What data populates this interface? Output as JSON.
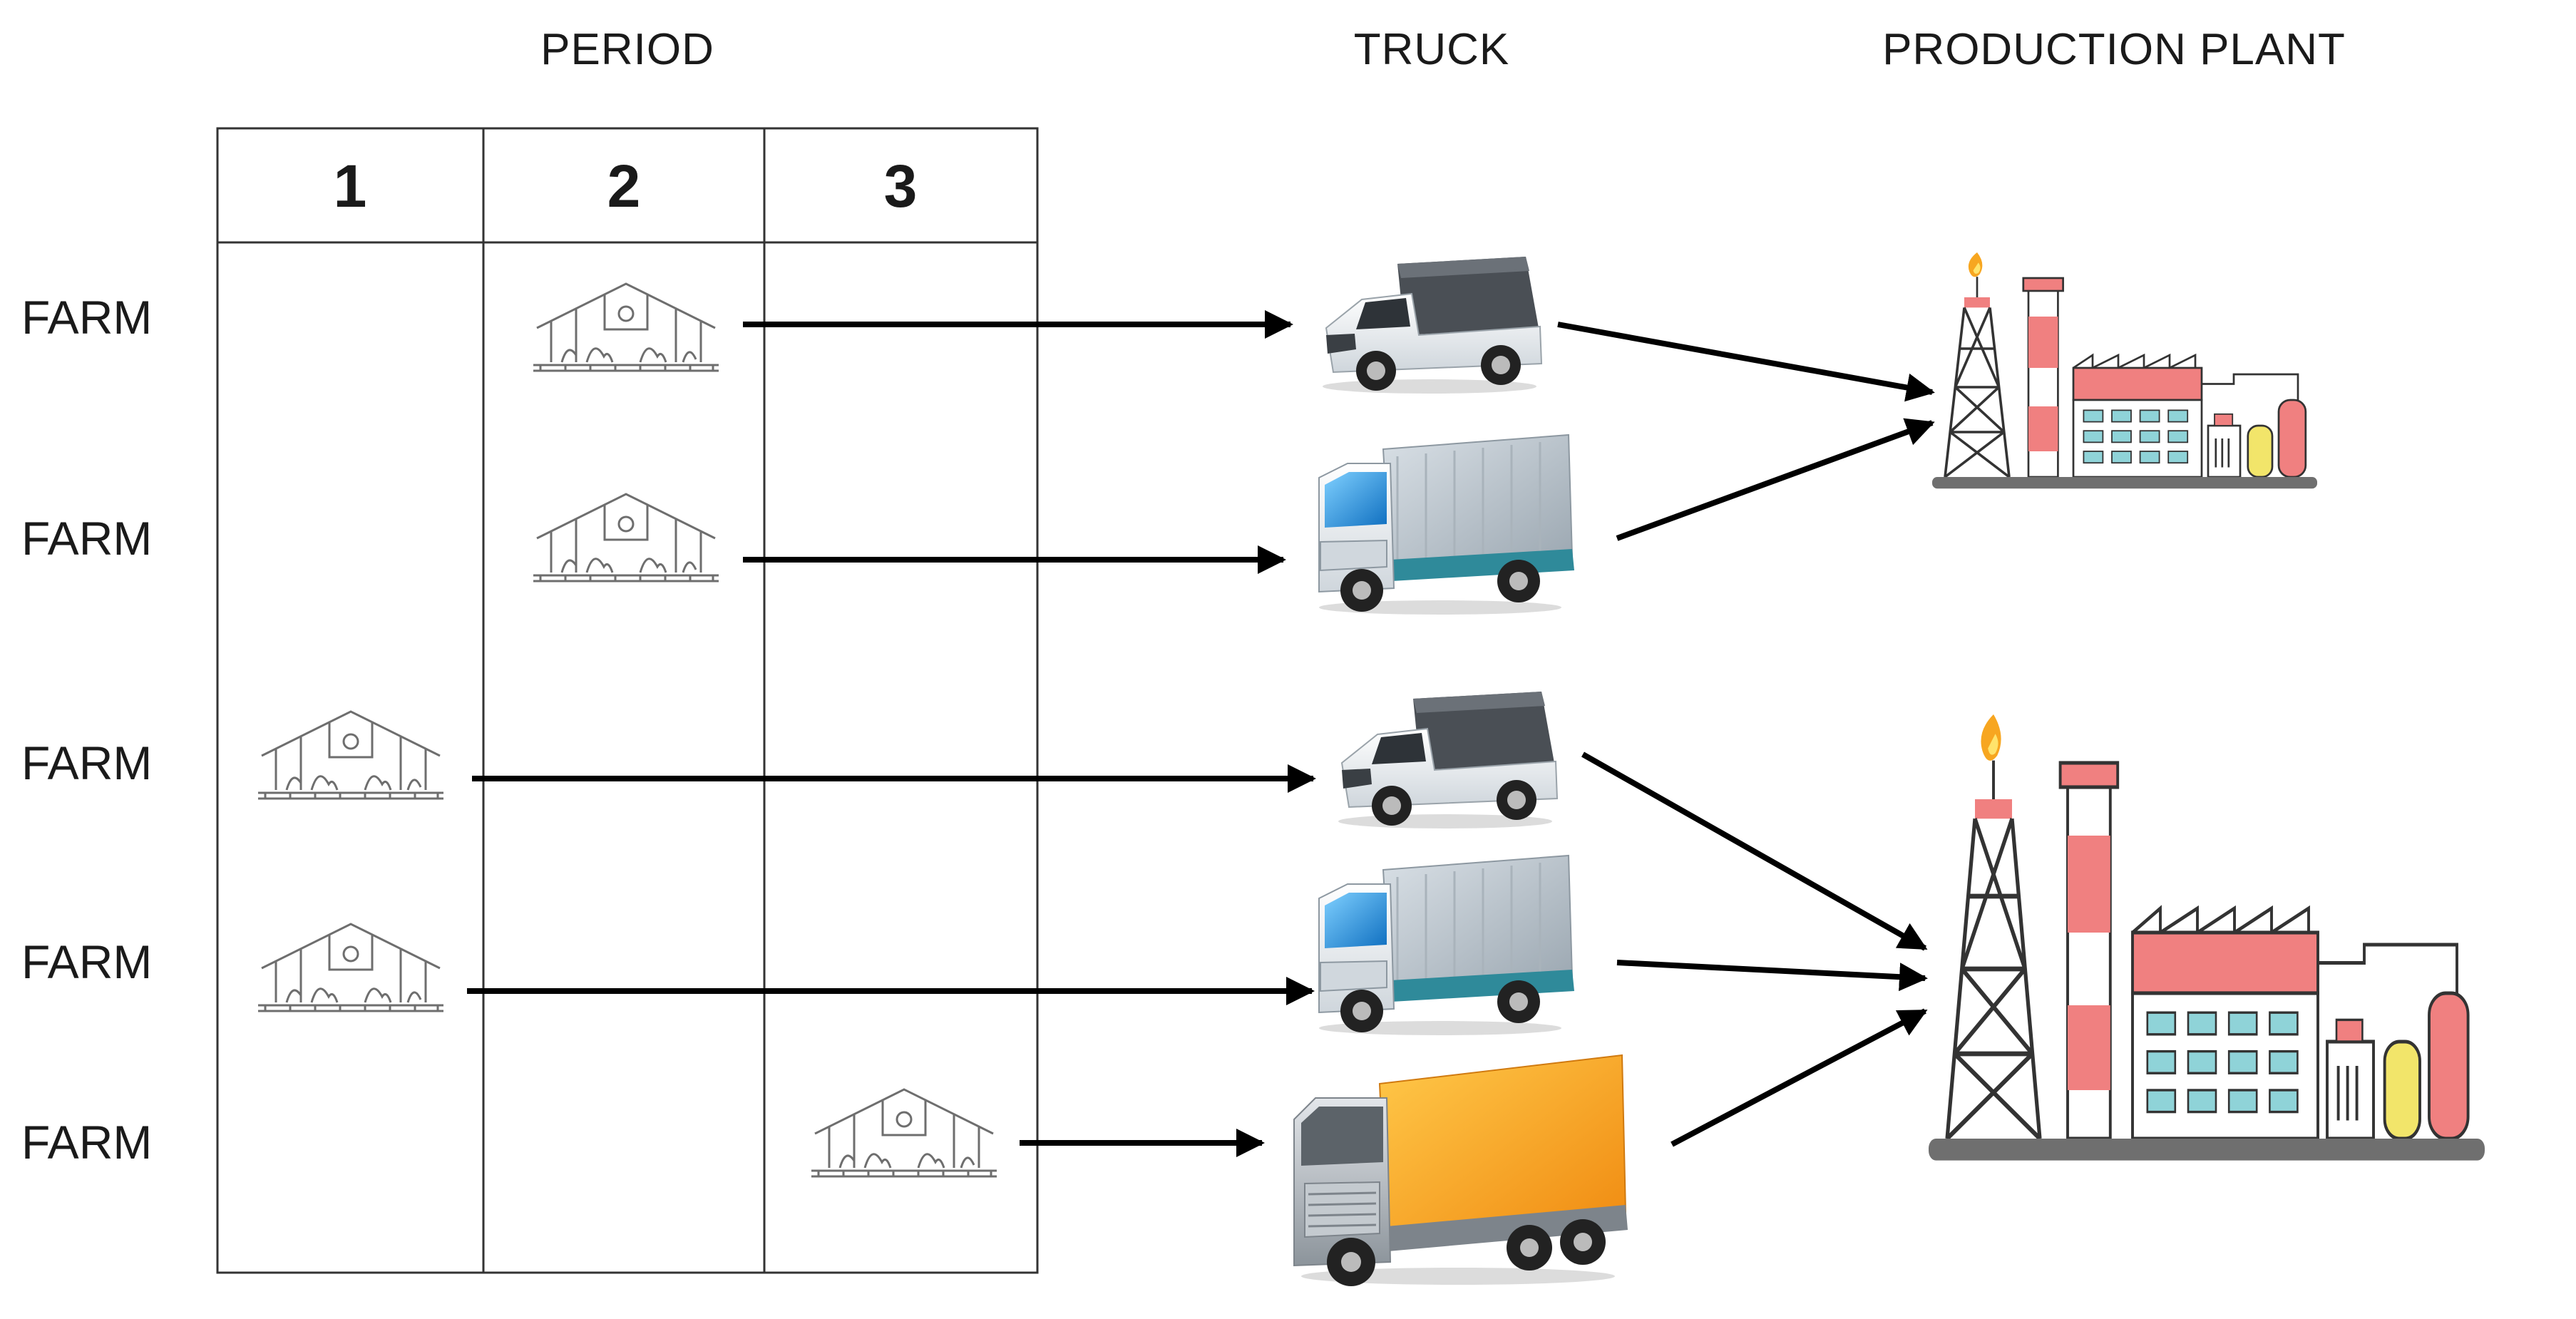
{
  "headers": {
    "period": "PERIOD",
    "truck": "TRUCK",
    "plant": "PRODUCTION PLANT"
  },
  "periods": [
    "1",
    "2",
    "3"
  ],
  "farms": [
    {
      "label": "FARM",
      "period": 2,
      "truck": "pickup",
      "plant": 1
    },
    {
      "label": "FARM",
      "period": 2,
      "truck": "box-truck-blue",
      "plant": 1
    },
    {
      "label": "FARM",
      "period": 1,
      "truck": "pickup",
      "plant": 2
    },
    {
      "label": "FARM",
      "period": 1,
      "truck": "box-truck-blue",
      "plant": 2
    },
    {
      "label": "FARM",
      "period": 3,
      "truck": "box-truck-yellow",
      "plant": 2
    }
  ],
  "colors": {
    "plant_accent": "#f08080",
    "plant_windows": "#8fd3d8",
    "truck_blue_window": "#1f8fd6",
    "truck_box_grey": "#b9c3cc",
    "truck_box_yellow": "#f7a620",
    "pickup_body": "#f2f2f2",
    "pickup_canopy": "#4a4f55"
  }
}
